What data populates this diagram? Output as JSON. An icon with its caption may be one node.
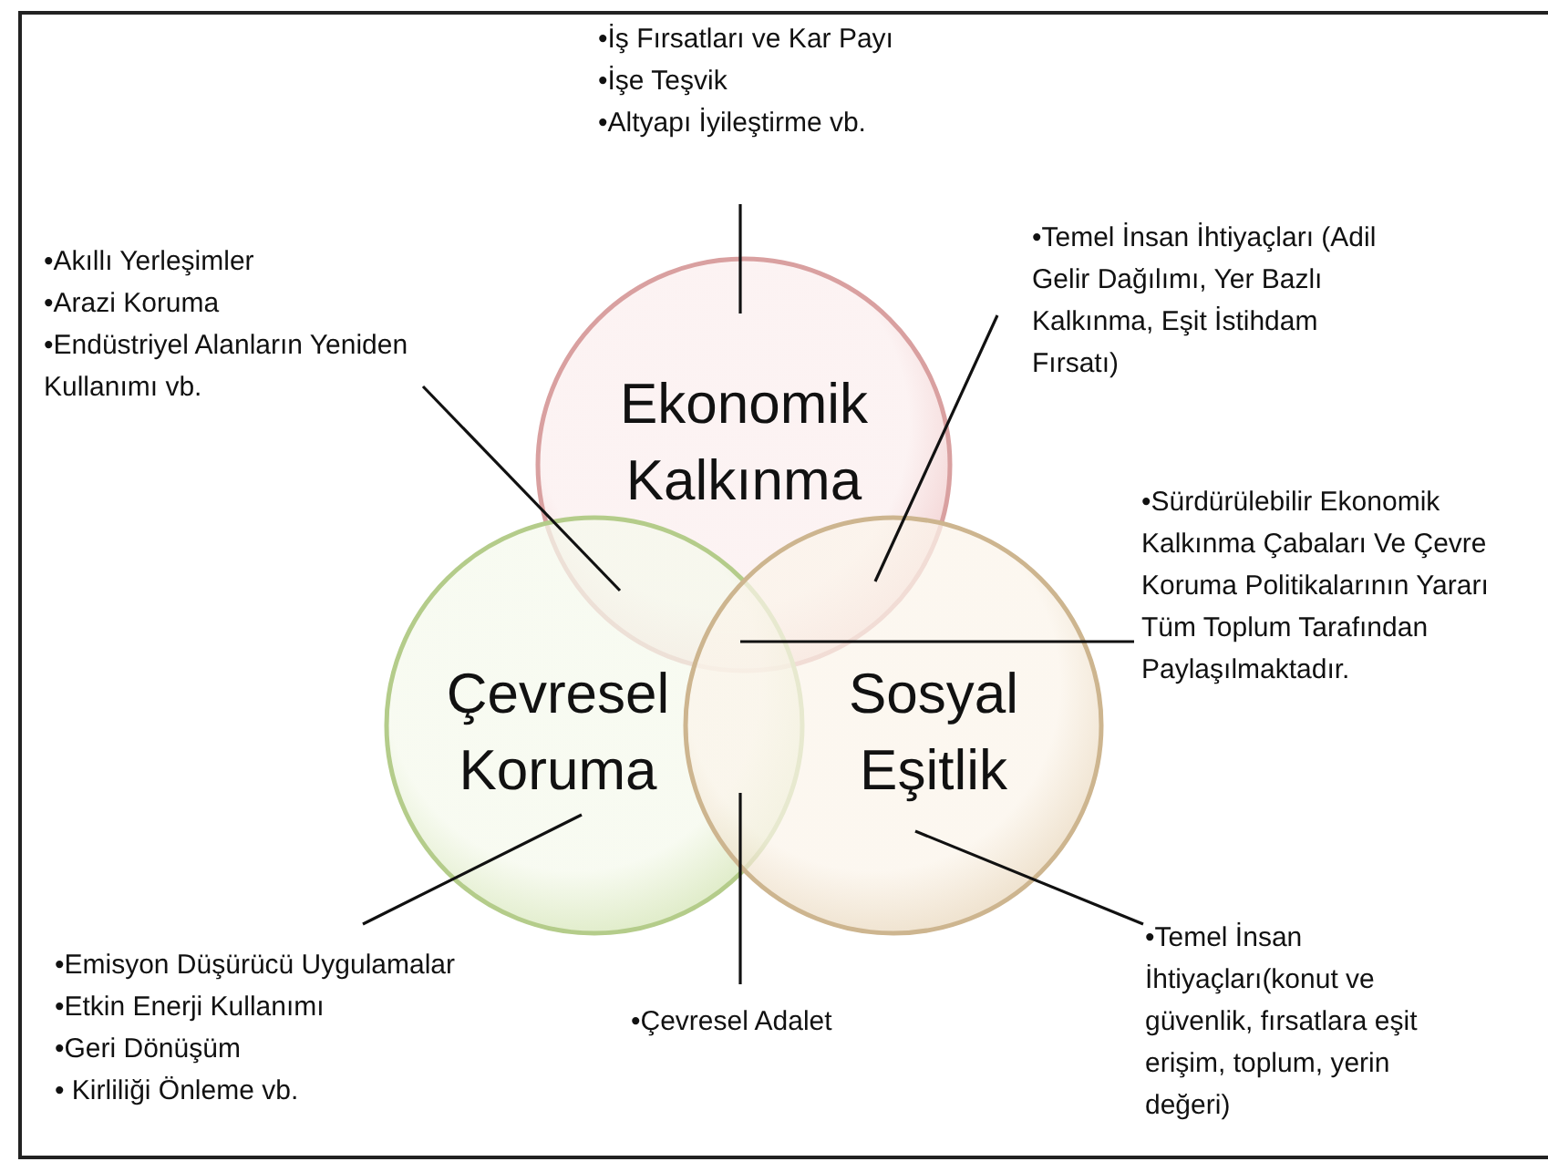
{
  "diagram": {
    "nodes": [
      {
        "text": [
          "Ekonomik Kalkınma"
        ]
      },
      {
        "text": [
          "Çevresel Koruma"
        ]
      },
      {
        "text": [
          "Sosyal Eşitlik"
        ]
      },
      {
        "text": [
          "•İş Fırsatları ve Kar Payı",
          "•İşe Teşvik",
          "•Altyapı İyileştirme vb."
        ]
      },
      {
        "text": [
          "•Akıllı Yerleşimler",
          "•Arazi Koruma",
          "•Endüstriyel Alanların Yeniden Kullanımı vb."
        ]
      },
      {
        "text": [
          "•Temel İnsan İhtiyaçları (Adil Gelir Dağılımı, Yer Bazlı Kalkınma, Eşit İstihdam Fırsatı)"
        ]
      },
      {
        "text": [
          "•Sürdürülebilir Ekonomik Kalkınma Çabaları Ve Çevre Koruma Politikalarının Yararı Tüm Toplum Tarafından Paylaşılmaktadır."
        ]
      },
      {
        "text": [
          "•Emisyon Düşürücü Uygulamalar",
          "•Etkin Enerji Kullanımı",
          "•Geri Dönüşüm",
          "• Kirliliği Önleme vb."
        ]
      },
      {
        "text": [
          "•Çevresel Adalet"
        ]
      },
      {
        "text": [
          "•Temel İnsan İhtiyaçları(konut ve güvenlik, fırsatlara eşit erişim, toplum, yerin değeri)"
        ]
      }
    ],
    "edges": [
      {
        "from": 3,
        "to": 0,
        "arrow": "none"
      },
      {
        "from": 4,
        "to": 0,
        "arrow": "none"
      },
      {
        "from": 5,
        "to": 0,
        "arrow": "none"
      },
      {
        "from": 6,
        "to": 0,
        "arrow": "none"
      },
      {
        "from": 7,
        "to": 1,
        "arrow": "none"
      },
      {
        "from": 8,
        "to": 1,
        "arrow": "none"
      },
      {
        "from": 9,
        "to": 2,
        "arrow": "none"
      }
    ]
  }
}
